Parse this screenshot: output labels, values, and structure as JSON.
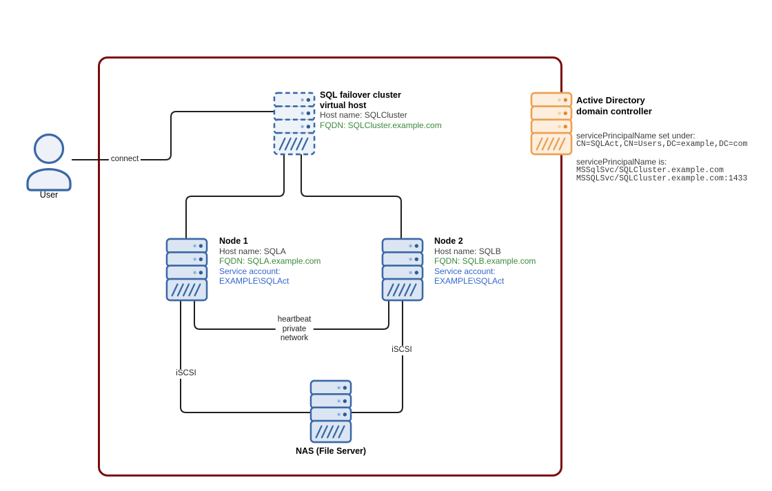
{
  "diagram": {
    "user": {
      "label": "User"
    },
    "connections": {
      "connect": "connect",
      "heartbeat": [
        "heartbeat",
        "private",
        "network"
      ],
      "iscsi_left": "iSCSI",
      "iscsi_right": "iSCSI"
    },
    "virtual_host": {
      "title1": "SQL failover cluster",
      "title2": "virtual host",
      "host": "Host name: SQLCluster",
      "fqdn": "FQDN: SQLCluster.example.com"
    },
    "node1": {
      "title": "Node 1",
      "host": "Host name: SQLA",
      "fqdn": "FQDN: SQLA.example.com",
      "svc1": "Service account:",
      "svc2": "EXAMPLE\\SQLAct"
    },
    "node2": {
      "title": "Node 2",
      "host": "Host name: SQLB",
      "fqdn": "FQDN: SQLB.example.com",
      "svc1": "Service account:",
      "svc2": "EXAMPLE\\SQLAct"
    },
    "nas": {
      "label": "NAS (File Server)"
    },
    "ad": {
      "title1": "Active Directory",
      "title2": "domain controller",
      "spn_under_label": "servicePrincipalName set under:",
      "spn_under_value": "CN=SQLAct,CN=Users,DC=example,DC=com",
      "spn_is_label": "servicePrincipalName is:",
      "spn_is_value1": "MSSqlSvc/SQLCluster.example.com",
      "spn_is_value2": "MSSQLSvc/SQLCluster.example.com:1433"
    },
    "colors": {
      "frame_red": "#7a0b0b",
      "connector_black": "#1f1f1f",
      "server_blue_stroke": "#3a68a5",
      "server_blue_fill": "#dbe5f3",
      "server_orange_stroke": "#ec9f4f",
      "server_orange_fill": "#fdeedd",
      "text_green": "#3a8a3a",
      "text_blue": "#3366cc",
      "text_gray": "#404040"
    }
  }
}
